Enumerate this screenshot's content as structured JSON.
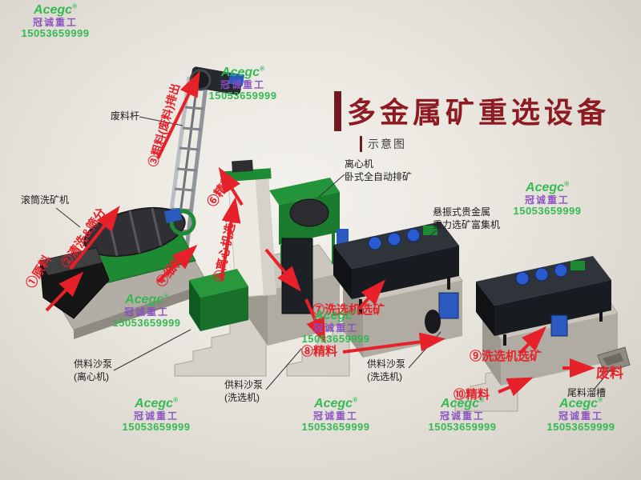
{
  "title": {
    "text": "多金属矿重选设备",
    "subtitle": "示意图"
  },
  "brand": {
    "name": "Acegc",
    "reg": "®",
    "company": "冠诚重工",
    "phone": "15053659999"
  },
  "colors": {
    "accent_red": "#e62129",
    "title_red": "#8e1b22",
    "brand_green": "#2db84d",
    "brand_purple": "#8a4ec2"
  },
  "flow_labels": [
    {
      "text": "①原料"
    },
    {
      "text": "②清洗&筛分"
    },
    {
      "text": "③粗料(废料)排出"
    },
    {
      "text": "④细料"
    },
    {
      "text": "⑤离心机选矿"
    },
    {
      "text": "⑥精料"
    },
    {
      "text": "⑦洗选机选矿"
    },
    {
      "text": "⑧精料"
    },
    {
      "text": "⑨洗选机选矿"
    },
    {
      "text": "⑩精料"
    },
    {
      "text": "废料"
    }
  ],
  "callouts": [
    {
      "line1": "废料杆"
    },
    {
      "line1": "滚筒洗矿机"
    },
    {
      "line1": "离心机",
      "line2": "卧式全自动排矿"
    },
    {
      "line1": "悬振式贵金属",
      "line2": "重力选矿富集机"
    },
    {
      "line1": "供料沙泵",
      "line2": "(离心机)"
    },
    {
      "line1": "供料沙泵",
      "line2": "(洗选机)"
    },
    {
      "line1": "供料沙泵",
      "line2": "(洗选机)"
    },
    {
      "line1": "尾料溜槽"
    }
  ]
}
